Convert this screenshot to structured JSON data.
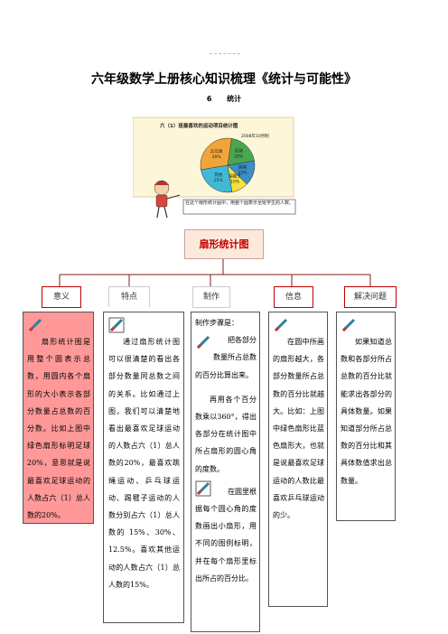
{
  "header": {
    "title": "六年级数学上册核心知识梳理《统计与可能性》",
    "subtitle": "6      统计"
  },
  "figure": {
    "caption": "六（1）班最喜欢的运动项目统计图",
    "date": "2008年10月制",
    "speech": "在这个扇形统计图中，用整个圆表示全班学生的人数。"
  },
  "chart_data": {
    "type": "pie",
    "title": "六（1）班最喜欢的运动项目统计图",
    "categories": [
      "足球",
      "跳绳",
      "踢毽子",
      "其他",
      "乒乓球"
    ],
    "values": [
      20,
      15,
      10,
      25,
      30
    ],
    "labels": [
      "足球 20%",
      "跳绳 15%",
      "踢毽子 10%",
      "其他 25%",
      "乒乓球 30%"
    ],
    "colors": [
      "#49a84f",
      "#3b8ec8",
      "#f4e23a",
      "#41b9d6",
      "#f0a43a"
    ]
  },
  "center": {
    "label": "扇形统计图"
  },
  "categories": {
    "yiyi": "意义",
    "tedian": "特点",
    "zhizuo": "制作",
    "xinxi": "信息",
    "jiejue": "解决问题"
  },
  "columns": {
    "yiyi": "扇形统计图是用整个圆表示总数，用圆内各个扇形的大小表示各部分数量占总数的百分数。比如上图中绿色扇形标明足球20%，意思就是说最喜欢足球运动的人数占六（1）总人数的20%。",
    "tedian": "通过扇形统计图可以很清楚的看出各部分数量同总数之间的关系。比如通过上图，我们可以清楚地看出最喜欢足球运动的人数占六（1）总人数的20%，最喜欢跳绳运动、乒乓球运动、踢毽子运动的人数分别占六（1）总人数的 15%、30%、12.5%。喜欢其他运动的人数占六（1）总人数的15%。",
    "zhizuo_1": "制作步骤是：",
    "zhizuo_2": "把各部分数量所占总数的百分比算出来。",
    "zhizuo_3": "再用各个百分数乘以360°，得出各部分在统计图中所占扇形的圆心角的度数。",
    "zhizuo_4": "在圆里根据每个圆心角的度数画出小扇形，用不同的图例标明，并在每个扇形里标出所占的百分比。",
    "xinxi": "在圆中所画的扇形越大，各部分数量所占总数的百分比就越大。比如：上图中绿色扇形比蓝色扇形大，也就是说最喜欢足球运动的人数比最喜欢乒乓球运动的少。",
    "jiejue": "如果知道总数和各部分所占总数的百分比就能求出各部分的具体数量。如果知道部分所占总数的百分比和其具体数值求出总数量。"
  }
}
